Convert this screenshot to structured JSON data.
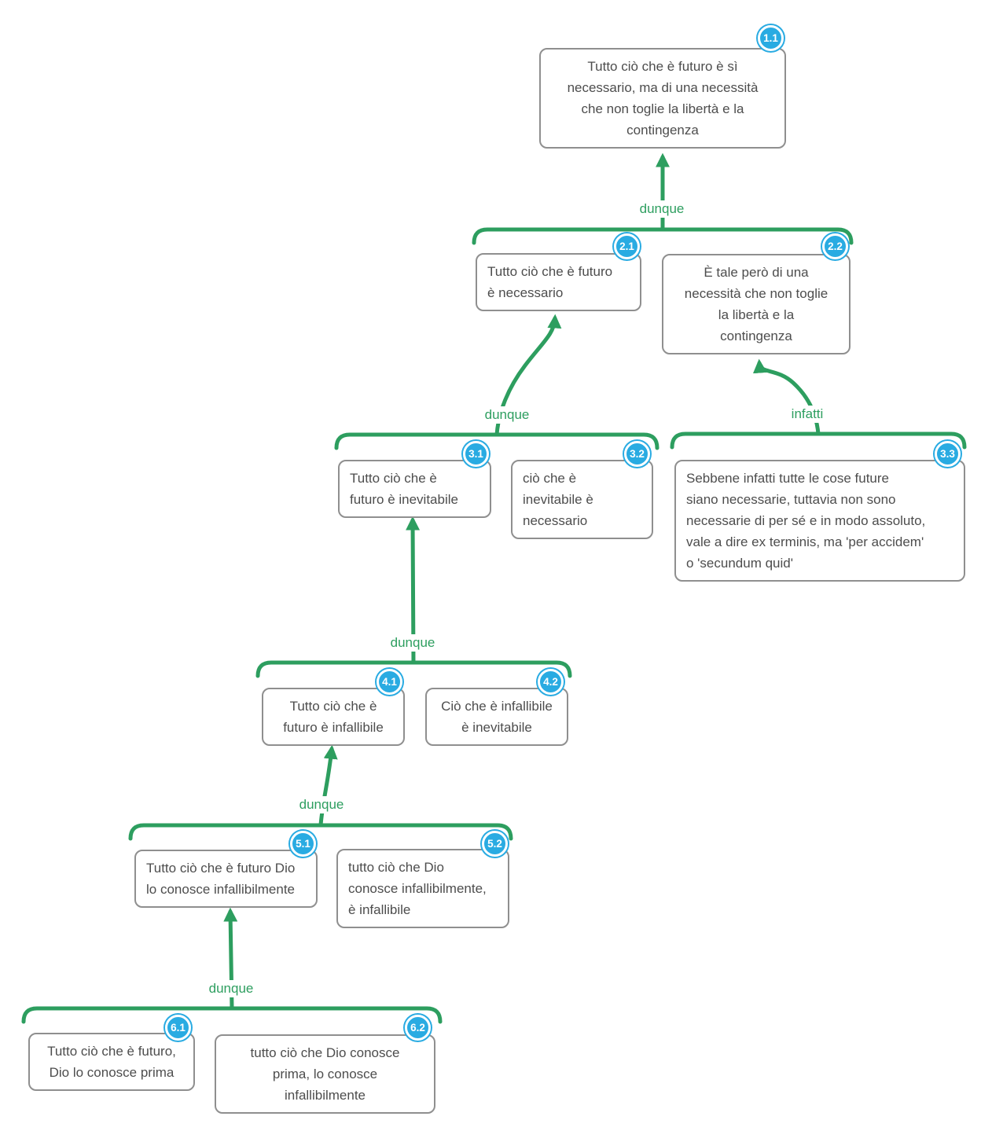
{
  "diagram": {
    "type": "argument-map",
    "colors": {
      "edge_green": "#2d9e5f",
      "badge_blue": "#29abe2",
      "box_border": "#8f8f8f",
      "box_text": "#4d4d4d"
    },
    "nodes": [
      {
        "id": "1.1",
        "text": "Tutto ciò che è futuro è sì\nnecessario, ma di una necessità\nche non toglie la libertà e la\ncontingenza"
      },
      {
        "id": "2.1",
        "text": "Tutto ciò che è futuro\nè necessario"
      },
      {
        "id": "2.2",
        "text": "È tale però di una\nnecessità che non toglie\nla libertà e la\ncontingenza"
      },
      {
        "id": "3.1",
        "text": "Tutto ciò che è\nfuturo è inevitabile"
      },
      {
        "id": "3.2",
        "text": "ciò che è\ninevitabile è\nnecessario"
      },
      {
        "id": "3.3",
        "text": "Sebbene infatti tutte le cose future\nsiano necessarie, tuttavia non sono\nnecessarie di per sé e in modo assoluto,\nvale a dire ex terminis, ma 'per accidem'\no 'secundum quid'"
      },
      {
        "id": "4.1",
        "text": "Tutto ciò che è\nfuturo è infallibile"
      },
      {
        "id": "4.2",
        "text": "Ciò che è infallibile\nè inevitabile"
      },
      {
        "id": "5.1",
        "text": "Tutto ciò che è futuro Dio\nlo conosce infallibilmente"
      },
      {
        "id": "5.2",
        "text": "tutto ciò che Dio\nconosce infallibilmente,\nè infallibile"
      },
      {
        "id": "6.1",
        "text": "Tutto ciò che è futuro,\nDio lo conosce prima"
      },
      {
        "id": "6.2",
        "text": "tutto ciò che Dio conosce\nprima, lo conosce\ninfallibilmente"
      }
    ],
    "edges": [
      {
        "label": "dunque"
      },
      {
        "label": "dunque"
      },
      {
        "label": "infatti"
      },
      {
        "label": "dunque"
      },
      {
        "label": "dunque"
      },
      {
        "label": "dunque"
      }
    ]
  }
}
